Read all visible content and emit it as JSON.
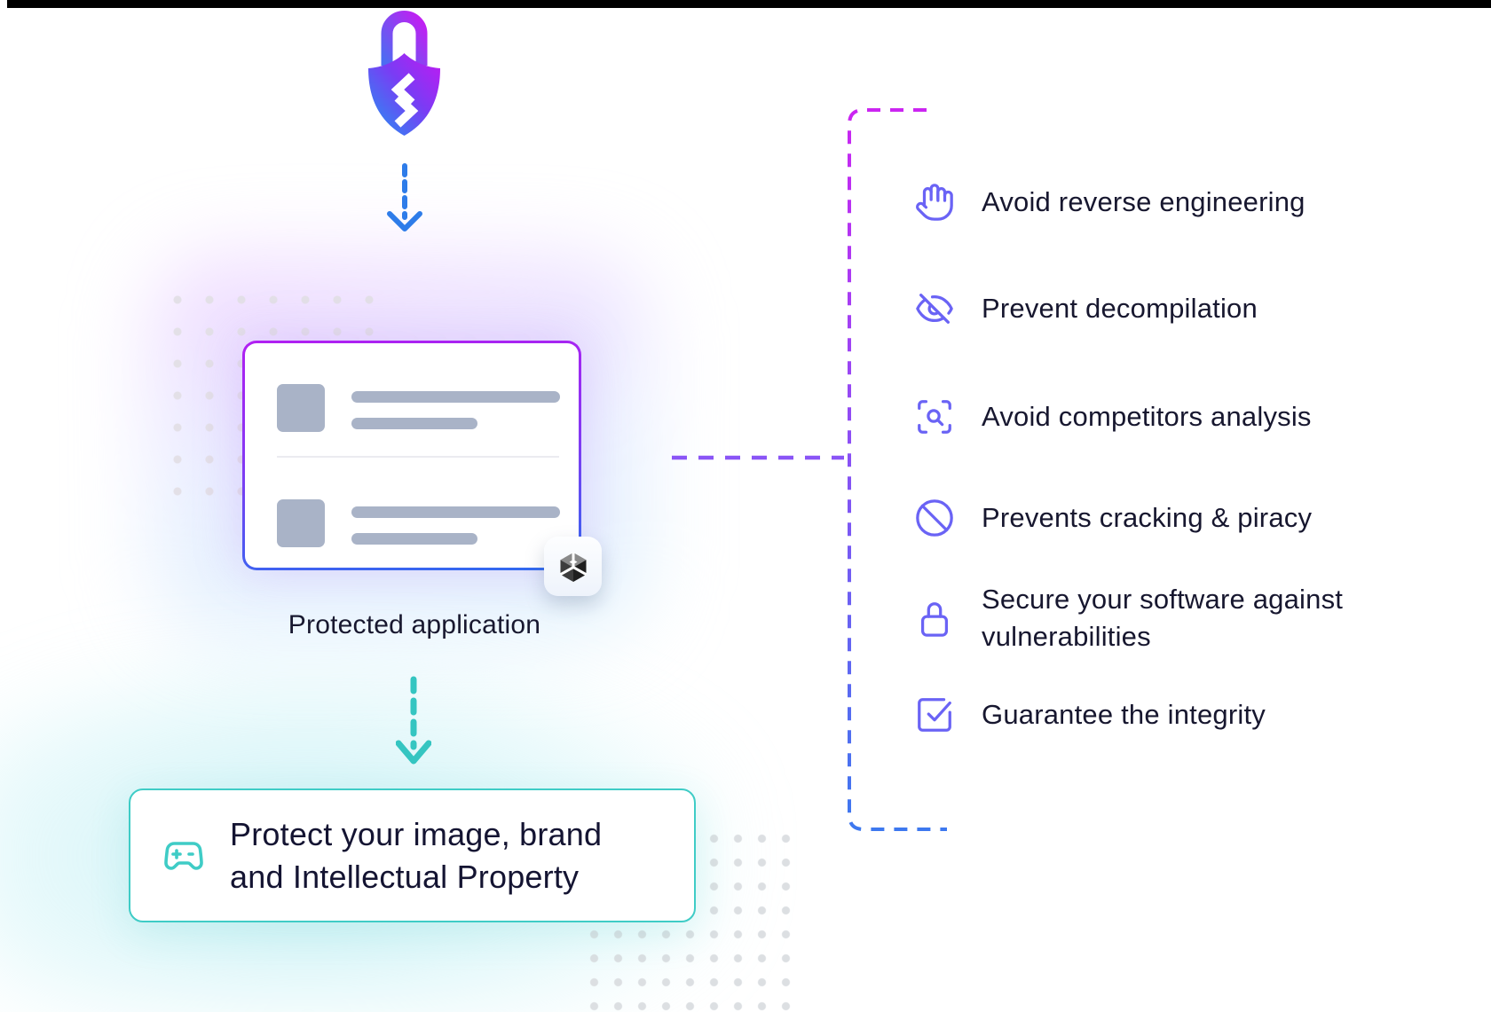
{
  "logo": {
    "name": "shield-lock-logo"
  },
  "protected_card": {
    "label": "Protected application",
    "badge_icon": "unity-logo-icon"
  },
  "bottom_card": {
    "icon": "gamepad-icon",
    "line1": "Protect your image, brand",
    "line2": "and Intellectual Property"
  },
  "benefits": {
    "items": [
      {
        "icon": "hand-icon",
        "label": "Avoid reverse engineering"
      },
      {
        "icon": "eye-off-icon",
        "label": "Prevent decompilation"
      },
      {
        "icon": "scan-search-icon",
        "label": "Avoid competitors analysis"
      },
      {
        "icon": "ban-icon",
        "label": "Prevents cracking & piracy"
      },
      {
        "icon": "lock-icon",
        "label": "Secure your software against vulnerabilities"
      },
      {
        "icon": "square-check-icon",
        "label": "Guarantee the integrity"
      }
    ]
  },
  "colors": {
    "accent_indigo": "#6a63f5",
    "accent_teal": "#3fccc6",
    "arrow_blue": "#2e7ce9",
    "bracket_top": "#cb25f1",
    "bracket_bottom": "#3d78ef",
    "connector_purple": "#8a55f6",
    "card_border_top": "#b11ff2",
    "card_border_bottom": "#2e6bf0",
    "text_dark": "#17172f",
    "placeholder_grey": "#a9b3c7"
  }
}
